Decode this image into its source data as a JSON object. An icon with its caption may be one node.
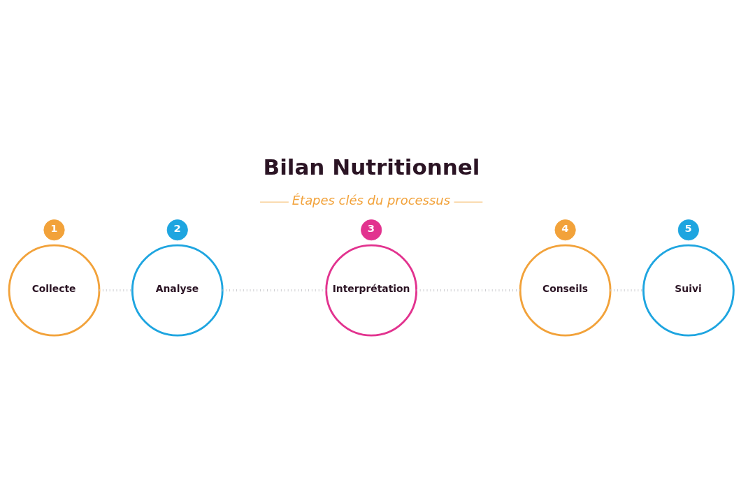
{
  "diagram": {
    "title": "Bilan Nutritionnel",
    "nodes": [
      {
        "text": [
          "1"
        ]
      },
      {
        "text": [
          "Collecte"
        ]
      },
      {
        "text": [
          "2"
        ]
      },
      {
        "text": [
          "Analyse"
        ]
      },
      {
        "text": [
          "3"
        ]
      },
      {
        "text": [
          "Interprétation"
        ]
      },
      {
        "text": [
          "4"
        ]
      },
      {
        "text": [
          "Conseils"
        ]
      },
      {
        "text": [
          "5"
        ]
      },
      {
        "text": [
          "Suivi"
        ]
      }
    ],
    "edges": [
      {
        "from": 1,
        "to": 3,
        "arrow": "none",
        "style": "dashed"
      },
      {
        "from": 3,
        "to": 5,
        "arrow": "none",
        "style": "dashed"
      },
      {
        "from": 5,
        "to": 7,
        "arrow": "none",
        "style": "dashed"
      },
      {
        "from": 7,
        "to": 9,
        "arrow": "none",
        "style": "dashed"
      }
    ],
    "labels": [
      "Étapes clés du processus"
    ]
  }
}
